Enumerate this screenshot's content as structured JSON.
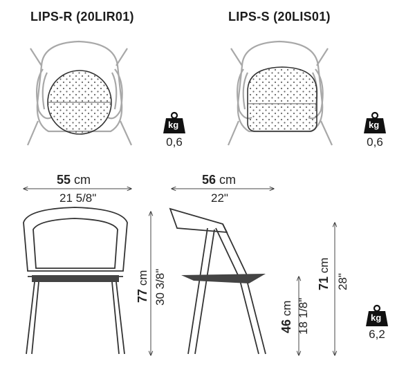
{
  "models": [
    {
      "name": "LIPS-R (20LIR01)",
      "weight_value": "0,6",
      "weight_unit": "kg"
    },
    {
      "name": "LIPS-S (20LIS01)",
      "weight_value": "0,6",
      "weight_unit": "kg"
    }
  ],
  "dimensions": {
    "width": {
      "metric_value": "55",
      "metric_unit": "cm",
      "imperial": "21 5/8\""
    },
    "depth": {
      "metric_value": "56",
      "metric_unit": "cm",
      "imperial": "22\""
    },
    "height": {
      "metric_value": "77",
      "metric_unit": "cm",
      "imperial": "30 3/8\""
    },
    "seat_height": {
      "metric_value": "46",
      "metric_unit": "cm",
      "imperial": "18 1/8\""
    },
    "armrest_height": {
      "metric_value": "71",
      "metric_unit": "cm",
      "imperial": "28\""
    }
  },
  "chair_weight": {
    "value": "6,2",
    "unit": "kg"
  },
  "colors": {
    "line": "#555555",
    "faint": "#a8a8a8",
    "text": "#222222",
    "dot": "#666666"
  }
}
